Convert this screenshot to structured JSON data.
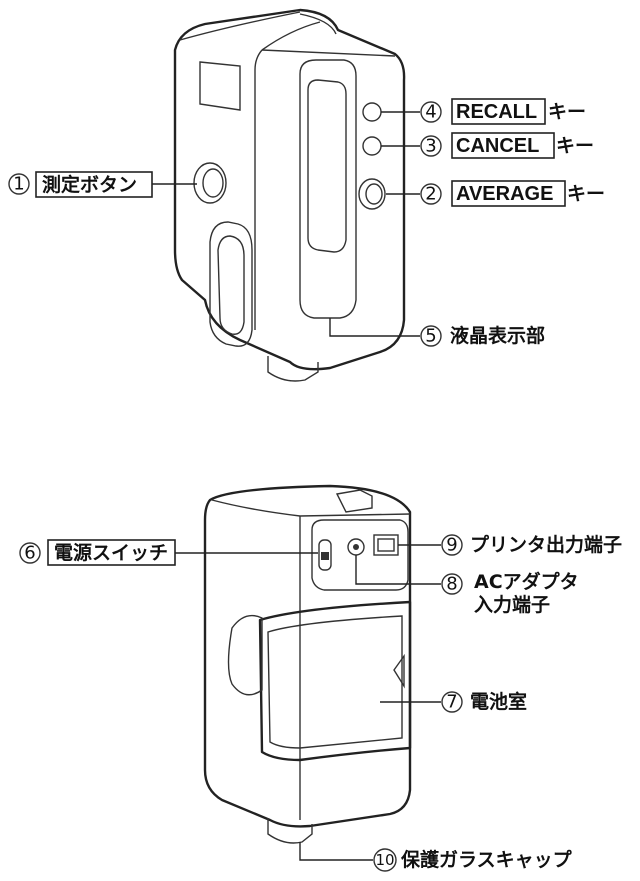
{
  "callouts": {
    "c1": {
      "num": "1",
      "label": "測定ボタン"
    },
    "c2": {
      "num": "2",
      "key": "AVERAGE",
      "suffix": "キー"
    },
    "c3": {
      "num": "3",
      "key": "CANCEL",
      "suffix": "キー"
    },
    "c4": {
      "num": "4",
      "key": "RECALL",
      "suffix": "キー"
    },
    "c5": {
      "num": "5",
      "label": "液晶表示部"
    },
    "c6": {
      "num": "6",
      "label": "電源スイッチ"
    },
    "c7": {
      "num": "7",
      "label": "電池室"
    },
    "c8": {
      "num": "8",
      "line1": "ACアダプタ",
      "line2": "入力端子"
    },
    "c9": {
      "num": "9",
      "label": "プリンタ出力端子"
    },
    "c10": {
      "num": "10",
      "label": "保護ガラスキャップ"
    }
  }
}
